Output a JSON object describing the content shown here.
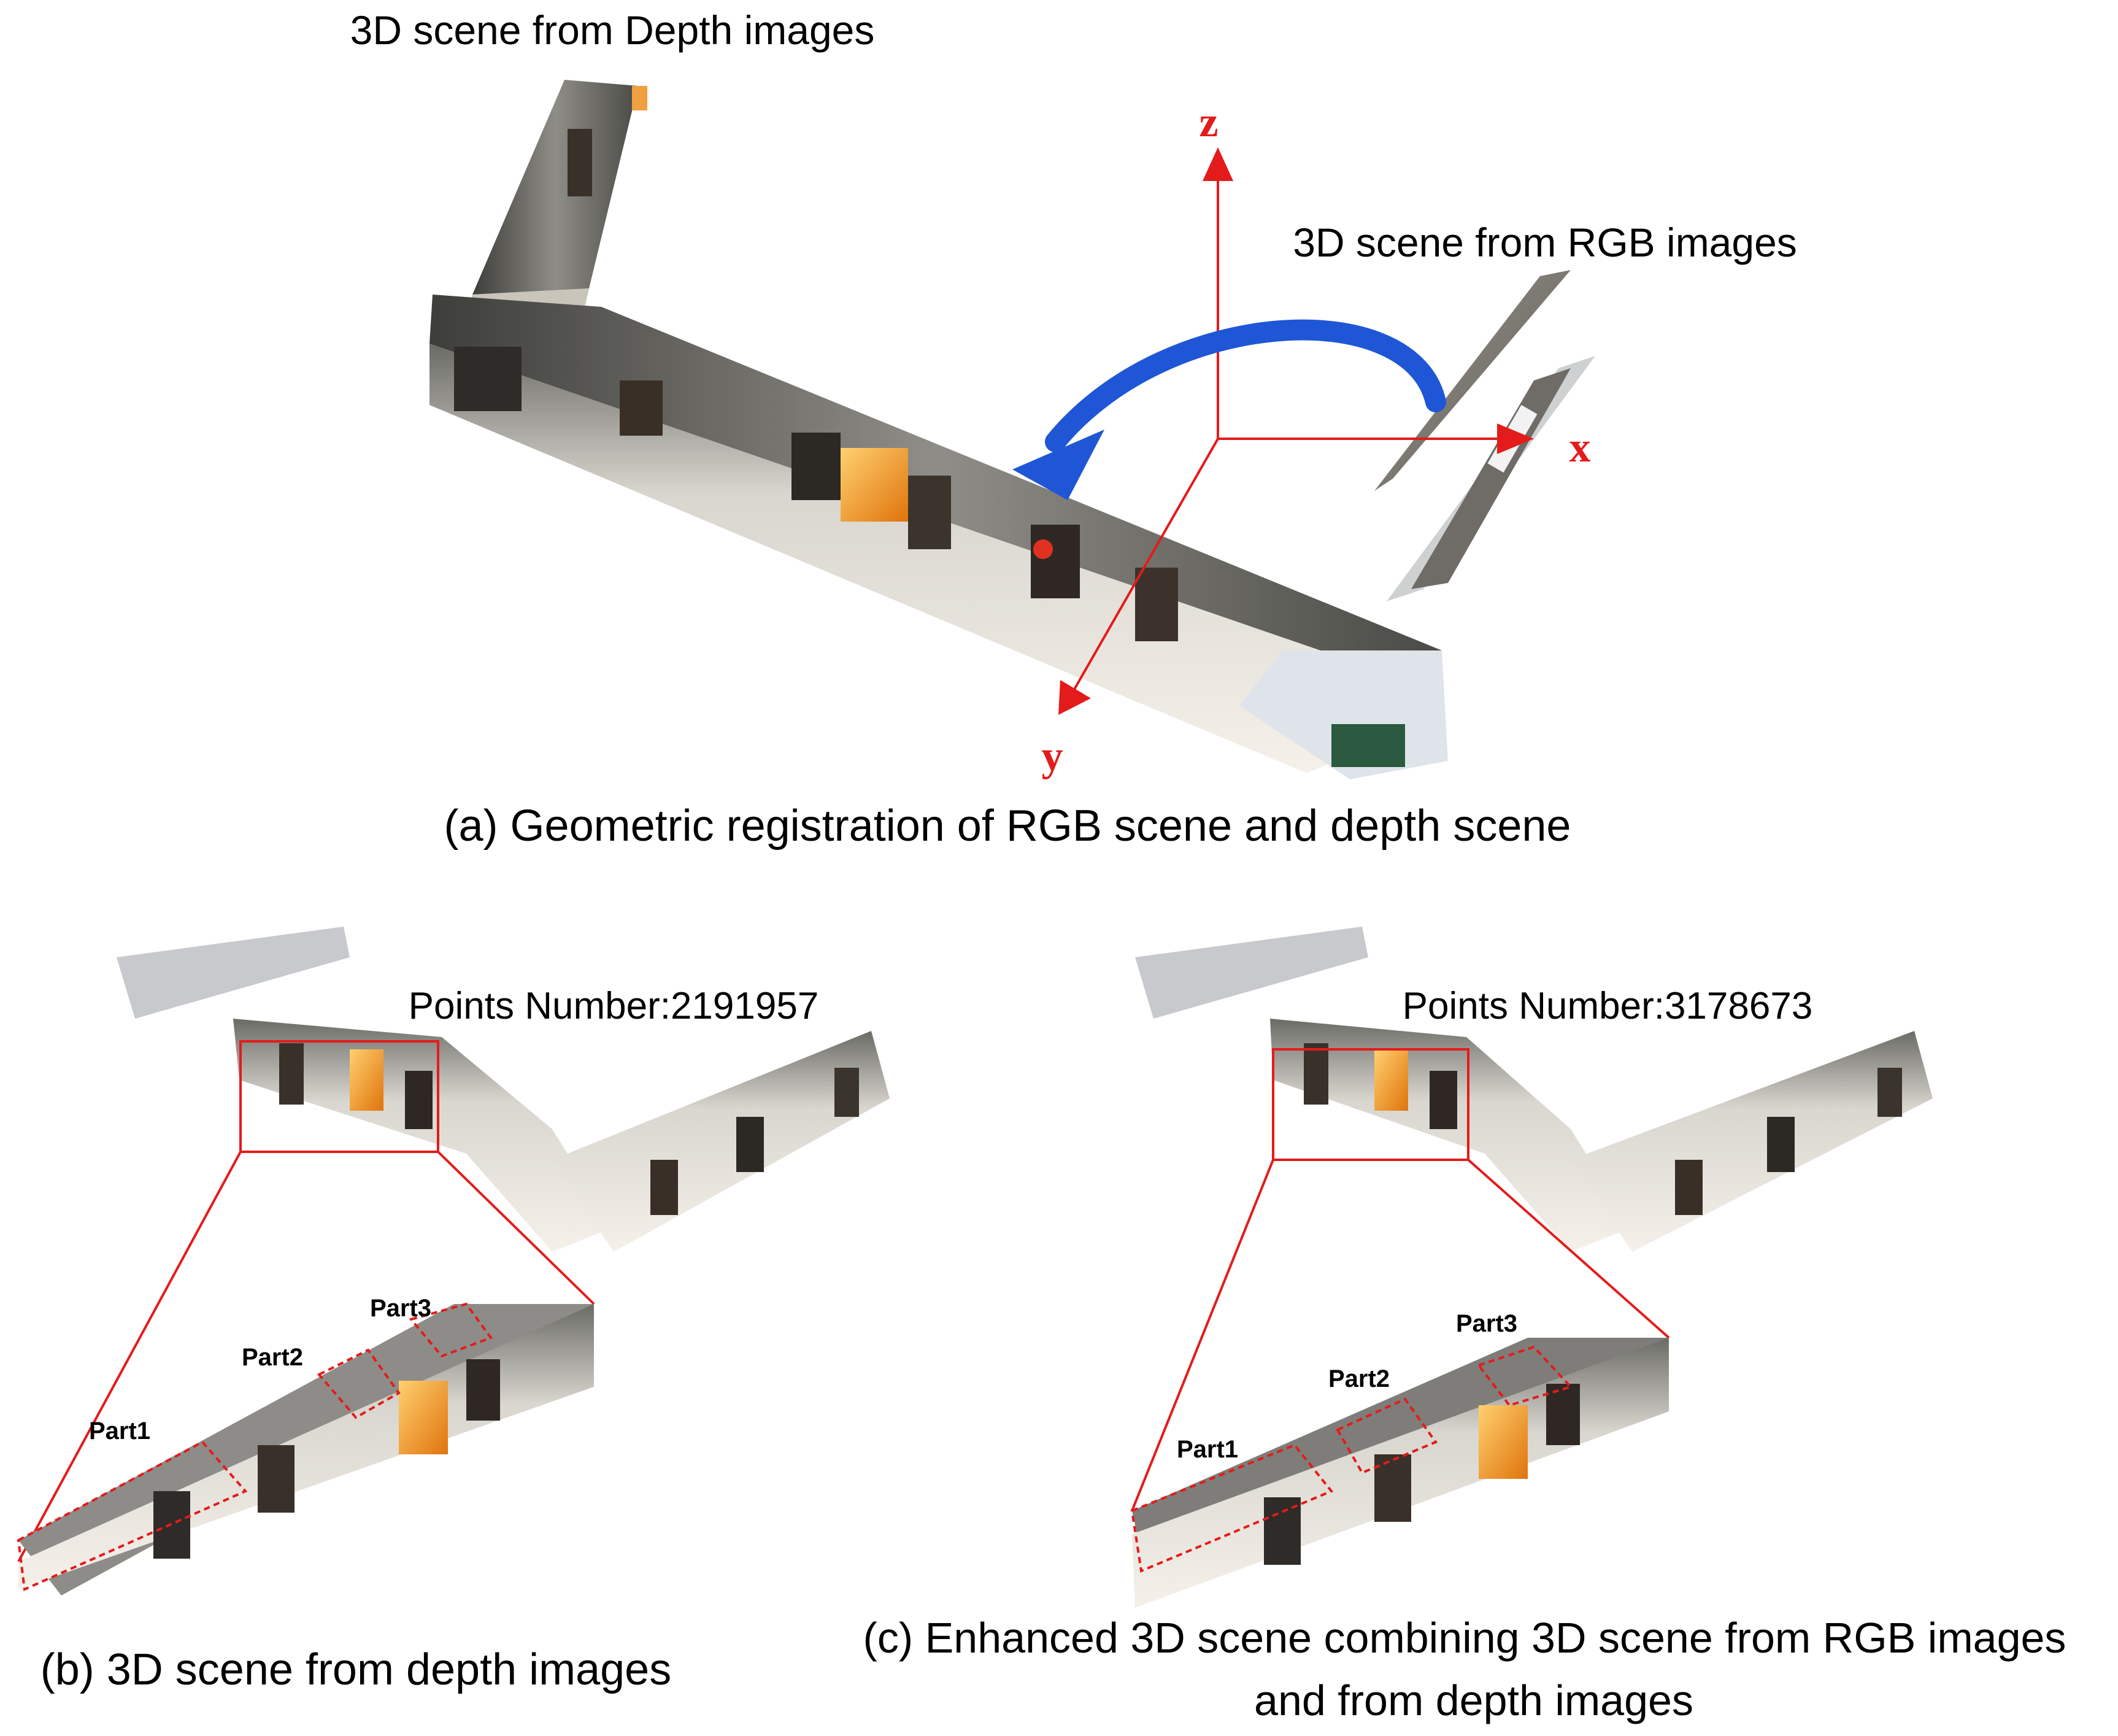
{
  "panel_a": {
    "title_depth_scene": "3D scene from Depth images",
    "title_rgb_scene": "3D scene from RGB images",
    "axes": {
      "z": "z",
      "x": "x",
      "y": "y"
    },
    "caption": "(a) Geometric registration of  RGB scene and depth scene"
  },
  "panel_b": {
    "points_label": "Points Number:2191957",
    "parts": [
      "Part1",
      "Part2",
      "Part3"
    ],
    "caption": "(b) 3D scene from depth images"
  },
  "panel_c": {
    "points_label": "Points Number:3178673",
    "parts": [
      "Part1",
      "Part2",
      "Part3"
    ],
    "caption_line1": "(c) Enhanced 3D scene combining 3D scene from RGB images",
    "caption_line2": "and from depth images"
  },
  "colors": {
    "axis_red": "#e41b1b",
    "rotation_arrow_blue": "#1f56d6",
    "highlight_red": "#e41b1b",
    "warm_orange": "#f08a1c"
  }
}
